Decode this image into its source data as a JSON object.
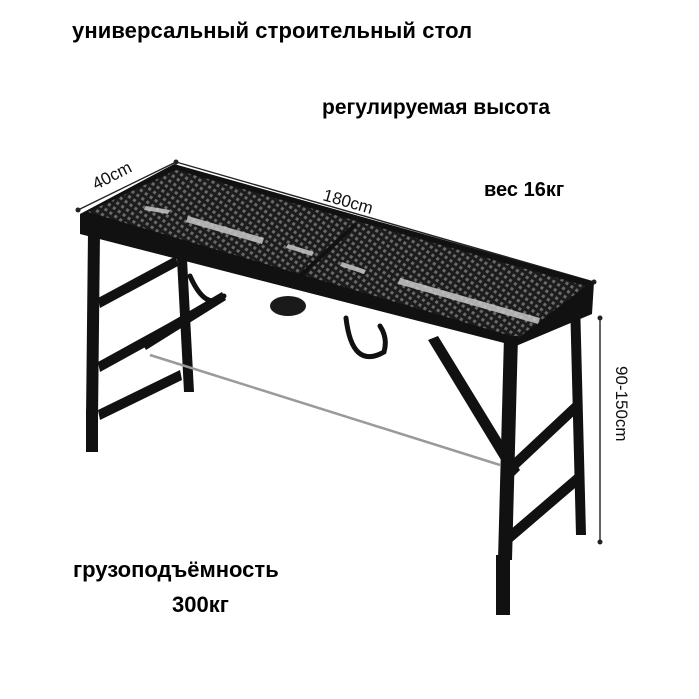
{
  "captions": {
    "title": "универсальный строительный стол",
    "subtitle": "регулируемая высота",
    "weight": "вес 16кг",
    "capacity_line1": "грузоподъёмность",
    "capacity_line2": "300кг"
  },
  "dimensions": {
    "depth": "40cm",
    "length": "180cm",
    "height": "90-150cm"
  },
  "colors": {
    "frame": "#111111",
    "mesh": "#2a2a2a",
    "dimension_line": "#222222"
  }
}
